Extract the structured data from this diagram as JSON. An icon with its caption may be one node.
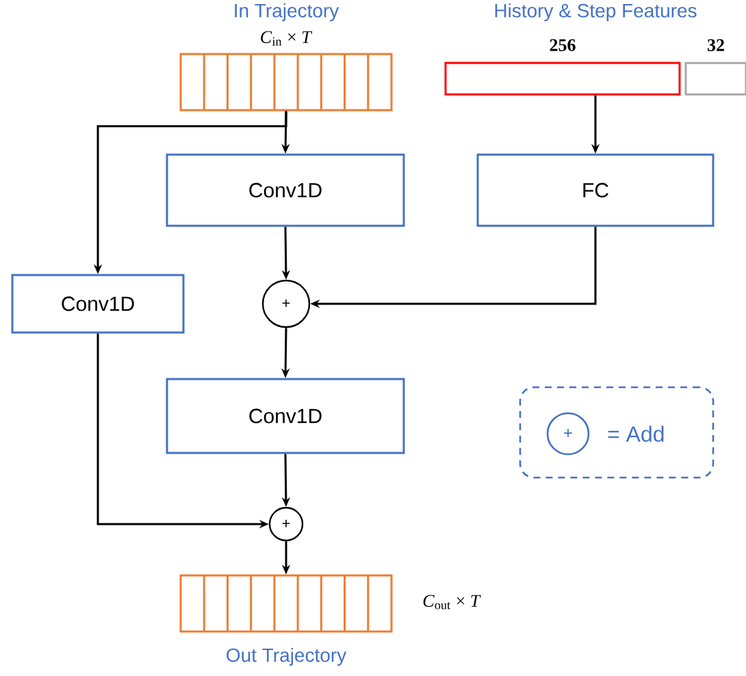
{
  "diagram": {
    "nodes": [
      {
        "text": [
          "In Trajectory"
        ],
        "beside": [
          "*C*$_{in}$ × *T*"
        ]
      },
      {
        "text": [
          "256"
        ]
      },
      {
        "text": [
          "32"
        ]
      },
      {
        "text": [
          "Conv1D"
        ]
      },
      {
        "text": [
          "FC"
        ]
      },
      {
        "text": [
          "Conv1D"
        ]
      },
      {
        "text": [
          "+"
        ]
      },
      {
        "text": [
          "Conv1D"
        ]
      },
      {
        "text": [
          "+"
        ]
      },
      {
        "text": [
          "Out Trajectory"
        ],
        "beside": [
          "*C*$_{out}$ × *T*"
        ]
      },
      {
        "text": [
          "= Add"
        ]
      },
      {
        "text": [
          "+"
        ],
        "in": 10
      }
    ],
    "edges": [
      {
        "from": 0,
        "to": 3,
        "arrow": "to"
      },
      {
        "from": 0,
        "to": 5,
        "arrow": "to"
      },
      {
        "from": 1,
        "to": 4,
        "arrow": "to"
      },
      {
        "from": 3,
        "to": 6,
        "arrow": "to"
      },
      {
        "from": 4,
        "to": 6,
        "arrow": "to"
      },
      {
        "from": 6,
        "to": 7,
        "arrow": "to"
      },
      {
        "from": 7,
        "to": 8,
        "arrow": "to"
      },
      {
        "from": 5,
        "to": 8,
        "arrow": "to"
      },
      {
        "from": 8,
        "to": 9,
        "arrow": "to"
      }
    ],
    "labels": [
      "History & Step Features"
    ]
  }
}
